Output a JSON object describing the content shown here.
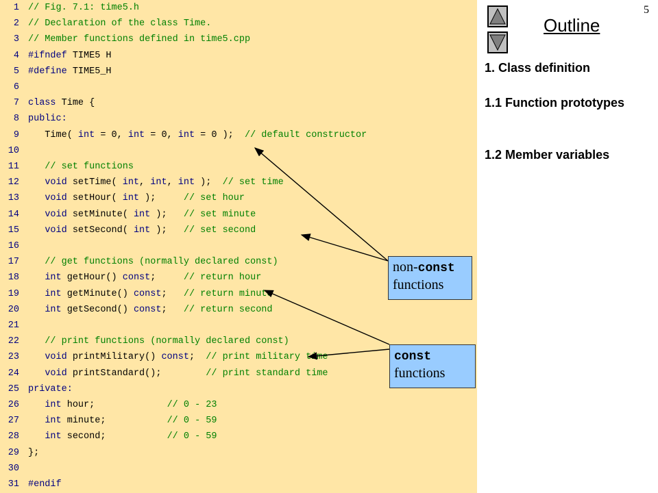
{
  "code_lines": [
    {
      "n": "1",
      "parts": [
        {
          "t": "// Fig. 7.1: time5.h",
          "c": "cm"
        }
      ]
    },
    {
      "n": "2",
      "parts": [
        {
          "t": "// Declaration of the class Time.",
          "c": "cm"
        }
      ]
    },
    {
      "n": "3",
      "parts": [
        {
          "t": "// Member functions defined in time5.cpp",
          "c": "cm"
        }
      ]
    },
    {
      "n": "4",
      "parts": [
        {
          "t": "#ifndef",
          "c": "kw"
        },
        {
          "t": " TIME5 H",
          "c": "nt"
        }
      ]
    },
    {
      "n": "5",
      "parts": [
        {
          "t": "#define",
          "c": "kw"
        },
        {
          "t": " TIME5_H",
          "c": "nt"
        }
      ]
    },
    {
      "n": "6",
      "parts": []
    },
    {
      "n": "7",
      "parts": [
        {
          "t": "class",
          "c": "kw"
        },
        {
          "t": " Time {",
          "c": "nt"
        }
      ]
    },
    {
      "n": "8",
      "parts": [
        {
          "t": "public:",
          "c": "kw"
        }
      ]
    },
    {
      "n": "9",
      "parts": [
        {
          "t": "   Time( ",
          "c": "nt"
        },
        {
          "t": "int",
          "c": "kw"
        },
        {
          "t": " = 0, ",
          "c": "nt"
        },
        {
          "t": "int",
          "c": "kw"
        },
        {
          "t": " = 0, ",
          "c": "nt"
        },
        {
          "t": "int",
          "c": "kw"
        },
        {
          "t": " = 0 );  ",
          "c": "nt"
        },
        {
          "t": "// default constructor",
          "c": "cm"
        }
      ]
    },
    {
      "n": "10",
      "parts": []
    },
    {
      "n": "11",
      "parts": [
        {
          "t": "   // set functions",
          "c": "cm"
        }
      ]
    },
    {
      "n": "12",
      "parts": [
        {
          "t": "   ",
          "c": "nt"
        },
        {
          "t": "void",
          "c": "kw"
        },
        {
          "t": " setTime( ",
          "c": "nt"
        },
        {
          "t": "int",
          "c": "kw"
        },
        {
          "t": ", ",
          "c": "nt"
        },
        {
          "t": "int",
          "c": "kw"
        },
        {
          "t": ", ",
          "c": "nt"
        },
        {
          "t": "int",
          "c": "kw"
        },
        {
          "t": " );  ",
          "c": "nt"
        },
        {
          "t": "// set time",
          "c": "cm"
        }
      ]
    },
    {
      "n": "13",
      "parts": [
        {
          "t": "   ",
          "c": "nt"
        },
        {
          "t": "void",
          "c": "kw"
        },
        {
          "t": " setHour( ",
          "c": "nt"
        },
        {
          "t": "int",
          "c": "kw"
        },
        {
          "t": " );     ",
          "c": "nt"
        },
        {
          "t": "// set hour",
          "c": "cm"
        }
      ]
    },
    {
      "n": "14",
      "parts": [
        {
          "t": "   ",
          "c": "nt"
        },
        {
          "t": "void",
          "c": "kw"
        },
        {
          "t": " setMinute( ",
          "c": "nt"
        },
        {
          "t": "int",
          "c": "kw"
        },
        {
          "t": " );   ",
          "c": "nt"
        },
        {
          "t": "// set minute",
          "c": "cm"
        }
      ]
    },
    {
      "n": "15",
      "parts": [
        {
          "t": "   ",
          "c": "nt"
        },
        {
          "t": "void",
          "c": "kw"
        },
        {
          "t": " setSecond( ",
          "c": "nt"
        },
        {
          "t": "int",
          "c": "kw"
        },
        {
          "t": " );   ",
          "c": "nt"
        },
        {
          "t": "// set second",
          "c": "cm"
        }
      ]
    },
    {
      "n": "16",
      "parts": []
    },
    {
      "n": "17",
      "parts": [
        {
          "t": "   // get functions (normally declared const)",
          "c": "cm"
        }
      ]
    },
    {
      "n": "18",
      "parts": [
        {
          "t": "   ",
          "c": "nt"
        },
        {
          "t": "int",
          "c": "kw"
        },
        {
          "t": " getHour() ",
          "c": "nt"
        },
        {
          "t": "const",
          "c": "kw"
        },
        {
          "t": ";     ",
          "c": "nt"
        },
        {
          "t": "// return hour",
          "c": "cm"
        }
      ]
    },
    {
      "n": "19",
      "parts": [
        {
          "t": "   ",
          "c": "nt"
        },
        {
          "t": "int",
          "c": "kw"
        },
        {
          "t": " getMinute() ",
          "c": "nt"
        },
        {
          "t": "const",
          "c": "kw"
        },
        {
          "t": ";   ",
          "c": "nt"
        },
        {
          "t": "// return minute",
          "c": "cm"
        }
      ]
    },
    {
      "n": "20",
      "parts": [
        {
          "t": "   ",
          "c": "nt"
        },
        {
          "t": "int",
          "c": "kw"
        },
        {
          "t": " getSecond() ",
          "c": "nt"
        },
        {
          "t": "const",
          "c": "kw"
        },
        {
          "t": ";   ",
          "c": "nt"
        },
        {
          "t": "// return second",
          "c": "cm"
        }
      ]
    },
    {
      "n": "21",
      "parts": []
    },
    {
      "n": "22",
      "parts": [
        {
          "t": "   // print functions (normally declared const)",
          "c": "cm"
        }
      ]
    },
    {
      "n": "23",
      "parts": [
        {
          "t": "   ",
          "c": "nt"
        },
        {
          "t": "void",
          "c": "kw"
        },
        {
          "t": " printMilitary() ",
          "c": "nt"
        },
        {
          "t": "const",
          "c": "kw"
        },
        {
          "t": ";  ",
          "c": "nt"
        },
        {
          "t": "// print military time",
          "c": "cm"
        }
      ]
    },
    {
      "n": "24",
      "parts": [
        {
          "t": "   ",
          "c": "nt"
        },
        {
          "t": "void",
          "c": "kw"
        },
        {
          "t": " printStandard();        ",
          "c": "nt"
        },
        {
          "t": "// print standard time",
          "c": "cm"
        }
      ]
    },
    {
      "n": "25",
      "parts": [
        {
          "t": "private:",
          "c": "kw"
        }
      ]
    },
    {
      "n": "26",
      "parts": [
        {
          "t": "   ",
          "c": "nt"
        },
        {
          "t": "int",
          "c": "kw"
        },
        {
          "t": " hour;             ",
          "c": "nt"
        },
        {
          "t": "// 0 - 23",
          "c": "cm"
        }
      ]
    },
    {
      "n": "27",
      "parts": [
        {
          "t": "   ",
          "c": "nt"
        },
        {
          "t": "int",
          "c": "kw"
        },
        {
          "t": " minute;           ",
          "c": "nt"
        },
        {
          "t": "// 0 - 59",
          "c": "cm"
        }
      ]
    },
    {
      "n": "28",
      "parts": [
        {
          "t": "   ",
          "c": "nt"
        },
        {
          "t": "int",
          "c": "kw"
        },
        {
          "t": " second;           ",
          "c": "nt"
        },
        {
          "t": "// 0 - 59",
          "c": "cm"
        }
      ]
    },
    {
      "n": "29",
      "parts": [
        {
          "t": "};",
          "c": "nt"
        }
      ]
    },
    {
      "n": "30",
      "parts": []
    },
    {
      "n": "31",
      "parts": [
        {
          "t": "#endif",
          "c": "kw"
        }
      ]
    }
  ],
  "callouts": {
    "nonconst": {
      "prefix": "non-",
      "code": "const",
      "label": "functions"
    },
    "const": {
      "code": "const",
      "label": "functions"
    }
  },
  "outline": {
    "title": "Outline",
    "page_number": "5",
    "items": [
      "1. Class definition",
      "1.1 Function prototypes",
      "1.2 Member variables"
    ]
  },
  "icons": {
    "up": "triangle-up-icon",
    "down": "triangle-down-icon"
  },
  "colors": {
    "code_bg": "#ffe6a6",
    "callout_bg": "#99ccff",
    "keyword": "#000080",
    "comment": "#008000"
  }
}
